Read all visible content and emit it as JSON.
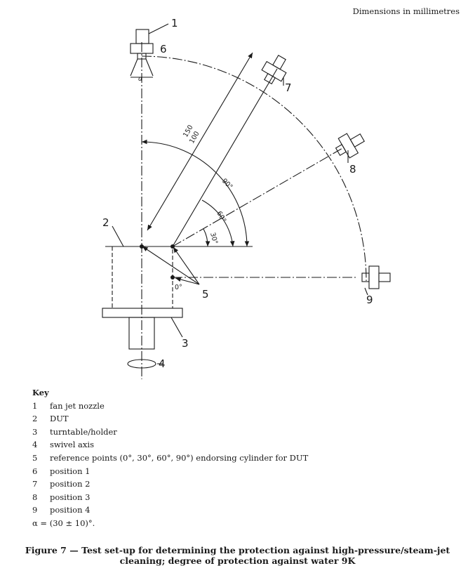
{
  "header": {
    "dimensions_note": "Dimensions in millimetres"
  },
  "diagram": {
    "callouts": [
      "1",
      "2",
      "3",
      "4",
      "5",
      "6",
      "7",
      "8",
      "9"
    ],
    "angles": [
      "90°",
      "60°",
      "30°",
      "0°"
    ],
    "dimensions": [
      "150",
      "100"
    ],
    "alpha_label": "α"
  },
  "key": {
    "title": "Key",
    "items": [
      {
        "num": "1",
        "text": "fan jet nozzle"
      },
      {
        "num": "2",
        "text": "DUT"
      },
      {
        "num": "3",
        "text": "turntable/holder"
      },
      {
        "num": "4",
        "text": "swivel axis"
      },
      {
        "num": "5",
        "text": "reference points (0°, 30°, 60°, 90°) endorsing cylinder for DUT"
      },
      {
        "num": "6",
        "text": "position 1"
      },
      {
        "num": "7",
        "text": "position 2"
      },
      {
        "num": "8",
        "text": "position 3"
      },
      {
        "num": "9",
        "text": "position 4"
      }
    ],
    "alpha_note": "α = (30 ± 10)°."
  },
  "caption": {
    "line1": "Figure 7 — Test set-up for determining the protection against high-pressure/steam-jet",
    "line2": "cleaning; degree of protection against water 9K"
  }
}
